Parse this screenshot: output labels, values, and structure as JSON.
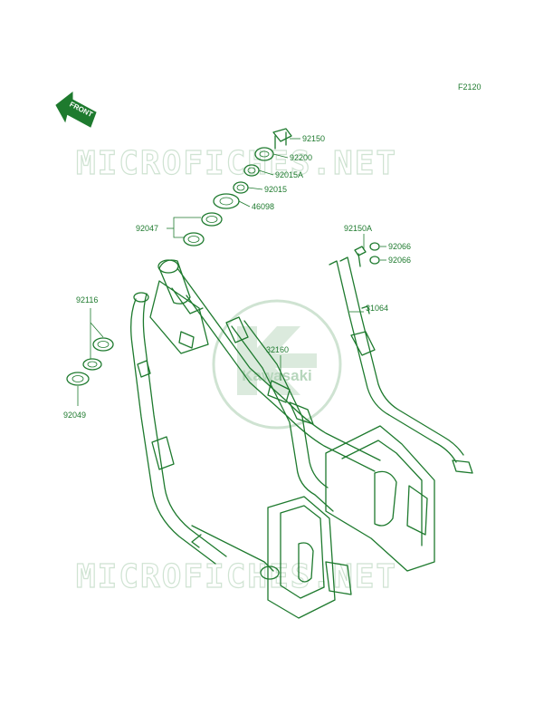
{
  "figure_code": "F2120",
  "front_arrow": {
    "label": "FRONT"
  },
  "watermark": {
    "text": "MICROFICHES.NET"
  },
  "logo": {
    "text": "Kawasaki"
  },
  "parts": [
    {
      "id": "p92150",
      "number": "92150"
    },
    {
      "id": "p92200",
      "number": "92200"
    },
    {
      "id": "p92015A",
      "number": "92015A"
    },
    {
      "id": "p92015",
      "number": "92015"
    },
    {
      "id": "p46098",
      "number": "46098"
    },
    {
      "id": "p92047",
      "number": "92047"
    },
    {
      "id": "p92150A",
      "number": "92150A"
    },
    {
      "id": "p92066a",
      "number": "92066"
    },
    {
      "id": "p92066b",
      "number": "92066"
    },
    {
      "id": "p31064",
      "number": "31064"
    },
    {
      "id": "p92116",
      "number": "92116"
    },
    {
      "id": "p32160",
      "number": "32160"
    },
    {
      "id": "p92049",
      "number": "92049"
    }
  ],
  "colors": {
    "line": "#1e7a2e",
    "watermark": "#cfe3d2",
    "background": "#ffffff"
  }
}
